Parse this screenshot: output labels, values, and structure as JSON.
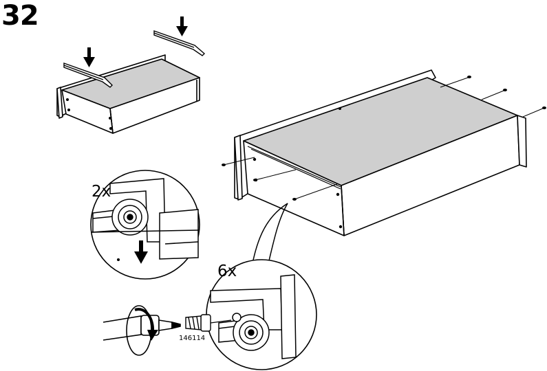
{
  "instruction_step": {
    "number": "32",
    "detail_top": {
      "quantity": "2x"
    },
    "detail_bottom": {
      "quantity": "6x",
      "part_number": "146114"
    }
  },
  "colors": {
    "panel_fill": "#cfcfcf",
    "line": "#000000",
    "background": "#ffffff"
  },
  "icons": [
    "down-arrow-icon",
    "screwdriver-icon",
    "rotate-clockwise-icon",
    "screw-icon",
    "roller-bracket-icon"
  ]
}
